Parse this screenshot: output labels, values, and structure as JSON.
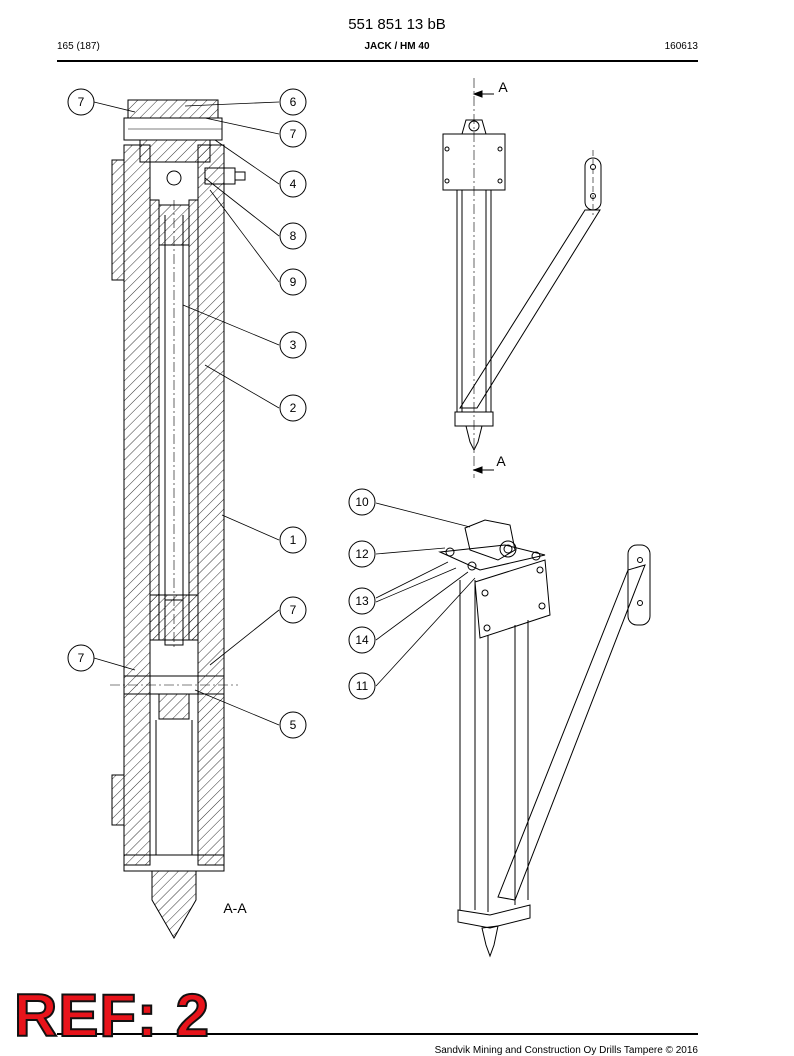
{
  "document": {
    "part_number": "551 851 13 bB",
    "page": "165 (187)",
    "title": "JACK / HM 40",
    "date_code": "160613"
  },
  "drawing": {
    "section_label": "A-A",
    "view_markers": [
      "A",
      "A"
    ],
    "callouts": [
      "7",
      "6",
      "7",
      "4",
      "8",
      "9",
      "3",
      "2",
      "1",
      "7",
      "7",
      "5",
      "10",
      "12",
      "13",
      "14",
      "11"
    ]
  },
  "footer": {
    "copyright": "Sandvik Mining and Construction Oy Drills Tampere © 2016",
    "ref_stamp": "REF: 2"
  }
}
